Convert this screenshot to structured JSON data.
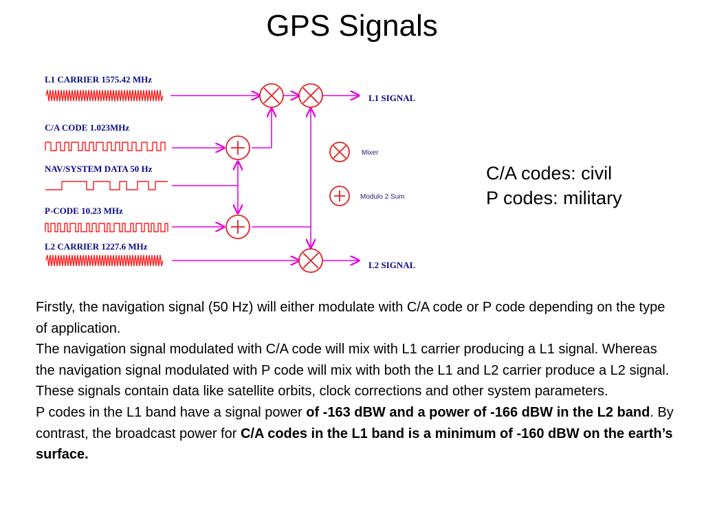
{
  "title": "GPS Signals",
  "colors": {
    "line": "#e600e6",
    "node": "#e02020",
    "wave": "#ff1a1a",
    "label": "#0a0a8a"
  },
  "diagram": {
    "inputs": [
      "L1 CARRIER 1575.42 MHz",
      "C/A CODE 1.023MHz",
      "NAV/SYSTEM DATA 50 Hz",
      "P-CODE 10.23 MHz",
      "L2 CARRIER 1227.6 MHz"
    ],
    "outputs": [
      "L1 SIGNAL",
      "L2 SIGNAL"
    ],
    "legend": {
      "mixer": "Mixer",
      "modulo": "Modulo 2 Sum"
    }
  },
  "side_note": {
    "line1": "C/A codes: civil",
    "line2": "P codes: military"
  },
  "body": {
    "p1": "Firstly, the navigation signal (50 Hz) will either modulate with C/A code or P code depending on the type of application.",
    "p2": "The navigation signal modulated with C/A code will mix with L1 carrier producing a L1 signal. Whereas the navigation signal modulated with P code will mix with both the L1 and L2 carrier produce a L2 signal. These signals contain data like satellite orbits, clock corrections and other system parameters.",
    "p3": {
      "a": "P codes in the L1 band have a signal power ",
      "b": "of -163 dBW and a power of -166 dBW in the L2 band",
      "c": ". By contrast, the broadcast power for ",
      "d": "C/A codes in the L1 band is a minimum of -160 dBW on the earth’s surface."
    }
  }
}
